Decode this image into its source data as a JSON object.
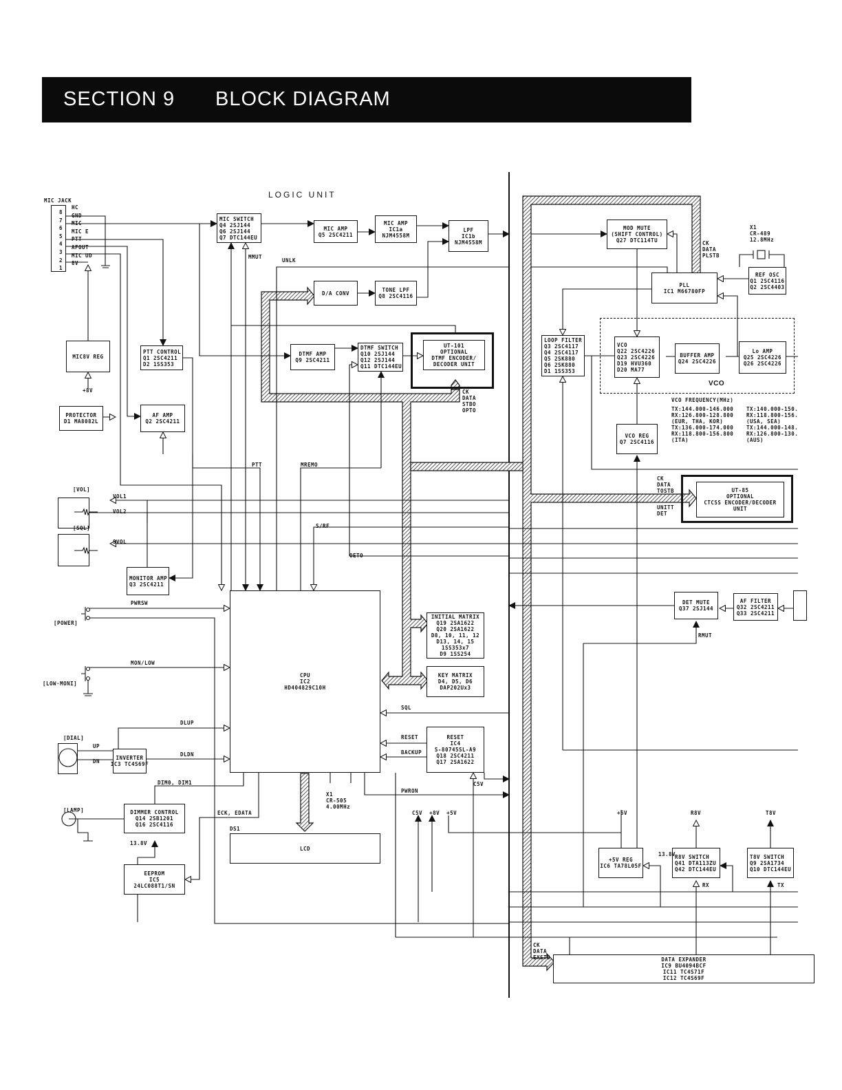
{
  "header": {
    "section": "SECTION 9",
    "title": "BLOCK DIAGRAM"
  },
  "blocks": {
    "mic_switch": [
      "MIC SWITCH",
      "Q4 2SJ144",
      "Q6 2SJ144",
      "Q7 DTC144EU"
    ],
    "mic_amp_q5": [
      "MIC AMP",
      "Q5 2SC4211"
    ],
    "mic_amp_ic1a": [
      "MIC AMP",
      "IC1a",
      "NJM4558M"
    ],
    "lpf": [
      "LPF",
      "IC1b",
      "NJM4558M"
    ],
    "da_conv": [
      "D/A CONV"
    ],
    "tone_lpf": [
      "TONE LPF",
      "Q8 2SC4116"
    ],
    "mic8v_reg": [
      "MIC8V REG"
    ],
    "ptt_control": [
      "PTT CONTROL",
      "Q1 2SC4211",
      "D2 1SS353"
    ],
    "dtmf_amp": [
      "DTMF AMP",
      "Q9 2SC4211"
    ],
    "dtmf_switch": [
      "DTMF SWITCH",
      "Q10 2SJ144",
      "Q12 2SJ144",
      "Q11 DTC144EU"
    ],
    "ut101": [
      "UT-101",
      "OPTIONAL",
      "DTMF ENCODER/",
      "DECODER UNIT"
    ],
    "protector": [
      "PROTECTOR",
      "D1 MA8082L"
    ],
    "af_amp": [
      "AF AMP",
      "Q2 2SC4211"
    ],
    "monitor_amp": [
      "MONITOR AMP",
      "Q3 2SC4211"
    ],
    "cpu": [
      "CPU",
      "IC2",
      "HD404829C10H"
    ],
    "initial_matrix": [
      "INITIAL MATRIX",
      "Q19 2SA1622",
      "Q20 2SA1622",
      "D8, 10, 11, 12",
      "D13, 14, 15",
      "1SS353x7",
      "D9 1SS254"
    ],
    "key_matrix": [
      "KEY MATRIX",
      "D4, D5, D6",
      "DAP202Ux3"
    ],
    "reset": [
      "RESET",
      "IC4",
      "S-80745SL-A9",
      "Q18 2SC4211",
      "Q17 2SA1622"
    ],
    "inverter": [
      "INVERTER",
      "IC3 TC4S69F"
    ],
    "dimmer_control": [
      "DIMMER CONTROL",
      "Q14 2SB1201",
      "Q16 2SC4116"
    ],
    "eeprom": [
      "EEPROM",
      "IC5",
      "24LC088T1/SN"
    ],
    "lcd": [
      "LCD"
    ],
    "mod_mute": [
      "MOD MUTE",
      "(SHIFT CONTROL)",
      "Q27 DTC114TU"
    ],
    "pll": [
      "PLL",
      "IC1 M66780FP"
    ],
    "ref_osc": [
      "REF OSC",
      "Q1 2SC4116",
      "Q2 2SC4403"
    ],
    "loop_filter": [
      "LOOP FILTER",
      "Q3 2SC4117",
      "Q4 2SC4117",
      "Q5 2SK880",
      "Q6 2SK880",
      "D1 1SS353"
    ],
    "vco": [
      "VCO",
      "Q22 2SC4226",
      "Q23 2SC4226",
      "D19 HVU360",
      "D20 MA77"
    ],
    "buffer_amp": [
      "BUFFER AMP",
      "Q24 2SC4226"
    ],
    "lo_amp": [
      "Lo AMP",
      "Q25 2SC4226",
      "Q26 2SC4226"
    ],
    "vco_reg": [
      "VCO REG",
      "Q7 2SC4116"
    ],
    "ut85": [
      "UT-85",
      "OPTIONAL",
      "CTCSS ENCODER/DECODER",
      "UNIT"
    ],
    "det_mute": [
      "DET MUTE",
      "Q37 2SJ144"
    ],
    "af_filter": [
      "AF FILTER",
      "Q32 2SC4211",
      "Q33 2SC4211"
    ],
    "reg5v": [
      "+5V REG",
      "IC6 TA78L05F"
    ],
    "r8v_switch": [
      "R8V SWITCH",
      "Q41 DTA113ZU",
      "Q42 DTC144EU"
    ],
    "t8v_switch": [
      "T8V SWITCH",
      "Q9 2SA1734",
      "Q10 DTC144EU"
    ],
    "data_expander": [
      "DATA EXPANDER",
      "IC9 BU4094BCF",
      "IC11 TC4S71F",
      "IC12 TC4S69F"
    ]
  },
  "labels": {
    "logic_unit": "LOGIC UNIT",
    "mic_jack": "MIC JACK",
    "pin_names": "HC\nGND\nMIC\nMIC E\nPTT\nAFOUT\nMIC UD\n8V",
    "pin_numbers": "8\n7\n6\n5\n4\n3\n2\n1",
    "mmut": "MMUT",
    "unlk": "UNLK",
    "plus8v_a": "+8V",
    "ck_stbo": "CK\nDATA\nSTBO\nOPTO",
    "ptt": "PTT",
    "mremo": "MREMO",
    "vol": "[VOL]",
    "vol1": "VOL1",
    "vol2": "VOL2",
    "sql_knob": "[SQL]",
    "svol": "SVOL",
    "srf": "S/RF",
    "oeto": "OETO",
    "pwrsw": "PWRSW",
    "power": "[POWER]",
    "mon_low": "MON/LOW",
    "low_mon": "[LOW·MONI]",
    "dlup": "DLUP",
    "dial": "[DIAL]",
    "up": "UP",
    "dn": "DN",
    "dldn": "DLDN",
    "dim": "DIM0, DIM1",
    "lamp": "[LAMP]",
    "eck": "ECK, EDATA",
    "v138_a": "13.8V",
    "ds1": "DS1",
    "sql": "SQL",
    "reset_sig": "RESET",
    "backup": "BACKUP",
    "c5v": "C5V",
    "pwron": "PWRON",
    "x1_cpu": "X1\nCR-505\n4.00MHz",
    "rails": "C5V  +8V  +5V",
    "plus5v": "+5V",
    "r8v": "R8V",
    "t8v": "T8V",
    "v138_b": "13.8V",
    "rx": "RX",
    "tx": "TX",
    "ck_exstb": "CK\nDATA\nEXSTB",
    "ck_plstb": "CK\nDATA\nPLSTB",
    "x1_ref": "X1\nCR-489\n12.8MHz",
    "vco_group": "VCO",
    "vco_freq_title": "VCO FREQUENCY(MHz)",
    "vco_freq_col1": "TX:144.000-146.000\nRX:126.800-128.800\n(EUR, THA, KOR)\nTX:136.000-174.000\nRX:118.800-156.800\n(ITA)",
    "vco_freq_col2": "TX:140.000-150.\nRX:118.800-156.\n(USA, SEA)\nTX:144.000-148.\nRX:126.800-130.\n(AUS)",
    "ck_tostb": "CK\nDATA\nTOSTB",
    "unitt_det": "UNITT\nDET",
    "rmut": "RMUT"
  }
}
